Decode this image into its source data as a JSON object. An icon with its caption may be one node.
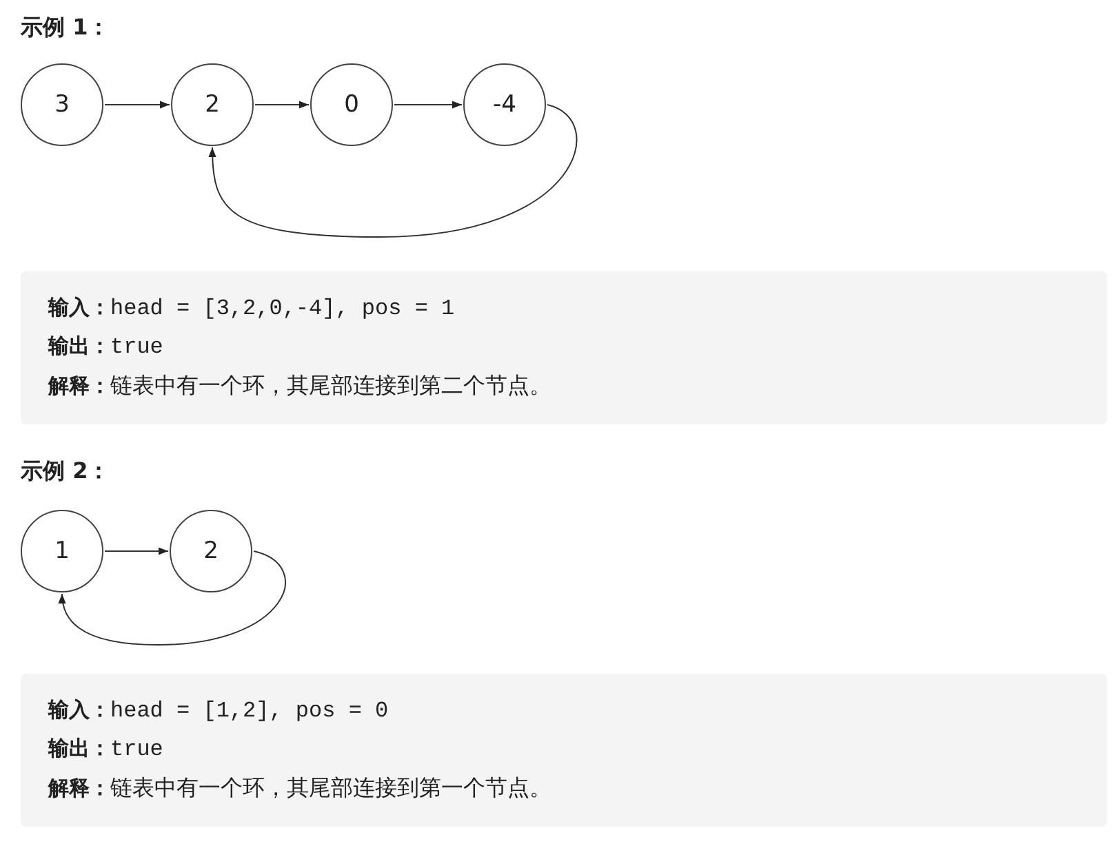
{
  "diagram": {
    "nodes": [
      {
        "text": [
          "3"
        ]
      },
      {
        "text": [
          "2"
        ]
      },
      {
        "text": [
          "0"
        ]
      },
      {
        "text": [
          "-4"
        ]
      },
      {
        "text": [
          "1"
        ]
      },
      {
        "text": [
          "2"
        ]
      }
    ],
    "edges": [
      {
        "from": 0,
        "to": 1,
        "arrow": "to"
      },
      {
        "from": 1,
        "to": 2,
        "arrow": "to"
      },
      {
        "from": 2,
        "to": 3,
        "arrow": "to"
      },
      {
        "from": 3,
        "to": 1,
        "arrow": "to"
      },
      {
        "from": 4,
        "to": 5,
        "arrow": "to"
      },
      {
        "from": 5,
        "to": 4,
        "arrow": "to"
      }
    ],
    "labels": [
      "示例 1：",
      "**输入：**head = [3,2,0,-4], pos = 1",
      "**输出：**true",
      "**解释：**链表中有一个环，其尾部连接到第二个节点。",
      "示例 2：",
      "**输入：**head = [1,2], pos = 0",
      "**输出：**true",
      "**解释：**链表中有一个环，其尾部连接到第一个节点。"
    ]
  }
}
